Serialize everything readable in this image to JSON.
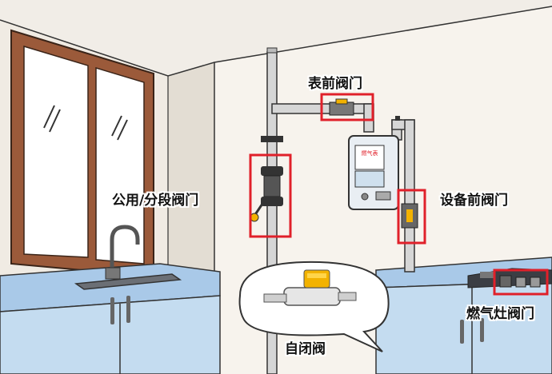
{
  "labels": {
    "meter_valve": "表前阀门",
    "public_valve": "公用/分段阀门",
    "device_valve": "设备前阀门",
    "stove_valve": "燃气灶阀门",
    "self_closing_valve": "自闭阀"
  },
  "meter": {
    "brand_text": "燃气表"
  },
  "colors": {
    "highlight": "#e0202a",
    "wall": "#f6f2ec",
    "wall_shadow": "#e6dfd5",
    "counter": "#a9c9e8",
    "cabinet": "#c4dcf0",
    "window_frame": "#9b5a3a",
    "pipe": "#d6d6d6",
    "valve_yellow": "#f2b200"
  }
}
